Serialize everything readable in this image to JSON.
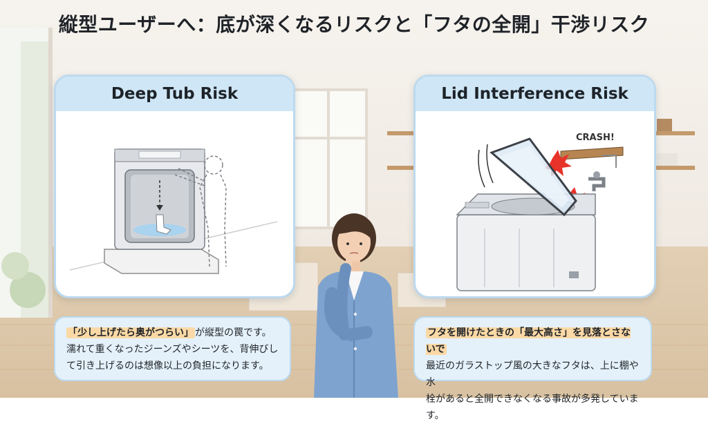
{
  "title": "縦型ユーザーへ：底が深くなるリスクと「フタの全開」干渉リスク",
  "left_card": {
    "heading": "Deep Tub Risk",
    "caption": {
      "highlight": "「少し上げたら奥がつらい」",
      "rest1": "が縦型の罠です。",
      "line2": "濡れて重くなったジーンズやシーツを、背伸びし",
      "line3": "て引き上げるのは想像以上の負担になります。"
    }
  },
  "right_card": {
    "heading": "Lid Interference Risk",
    "crash_text": "CRASH!",
    "caption": {
      "highlight": "フタを開けたときの「最大高さ」を見落とさないで",
      "line2": "最近のガラストップ風の大きなフタは、上に棚や水",
      "line3": "栓があると全開できなくなる事故が多発しています。"
    }
  },
  "colors": {
    "card_border": "#bcd9ef",
    "card_head": "#cfe6f6",
    "highlight": "#fbd9a6",
    "crash_red": "#e8332a"
  }
}
